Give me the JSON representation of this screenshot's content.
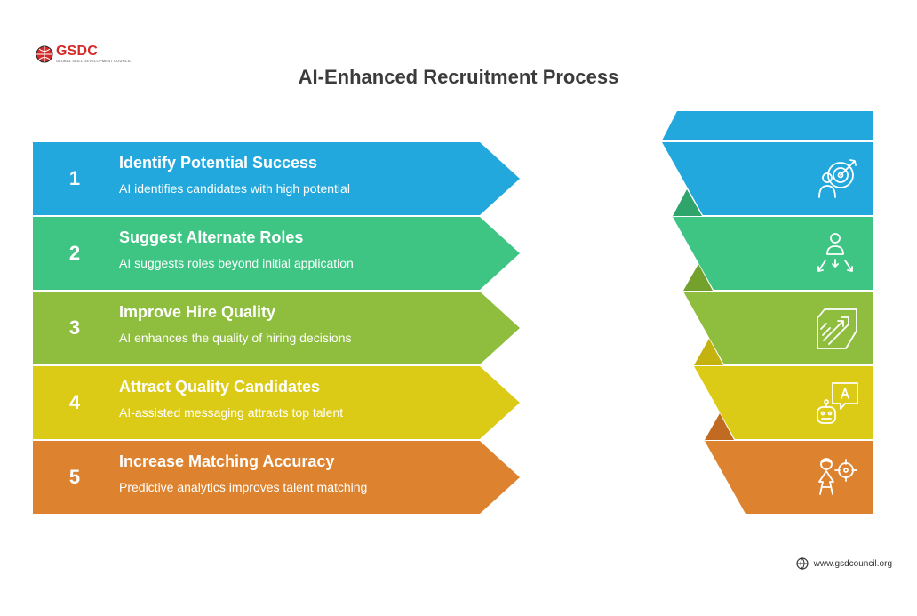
{
  "brand": {
    "logo_text": "GSDC",
    "logo_tagline": "GLOBAL SKILL DEVELOPMENT COUNCIL"
  },
  "title": "AI-Enhanced Recruitment Process",
  "steps": [
    {
      "number": "1",
      "title": "Identify Potential Success",
      "description": "AI identifies candidates with high potential",
      "color": "#22a8dc",
      "dark": "#1a8fbf",
      "icon": "target-person-icon"
    },
    {
      "number": "2",
      "title": "Suggest Alternate Roles",
      "description": "AI suggests roles beyond initial application",
      "color": "#3ec583",
      "dark": "#2fa56b",
      "icon": "person-directions-icon"
    },
    {
      "number": "3",
      "title": "Improve Hire Quality",
      "description": "AI enhances the quality of hiring decisions",
      "color": "#8fbd3e",
      "dark": "#74a02c",
      "icon": "growth-arrow-icon"
    },
    {
      "number": "4",
      "title": "Attract Quality Candidates",
      "description": "AI-assisted messaging attracts top talent",
      "color": "#dccb16",
      "dark": "#c4b20e",
      "icon": "robot-message-icon"
    },
    {
      "number": "5",
      "title": "Increase Matching Accuracy",
      "description": "Predictive analytics improves talent matching",
      "color": "#dd8330",
      "dark": "#c06a22",
      "icon": "person-crosshair-icon"
    }
  ],
  "footer": {
    "website": "www.gsdcouncil.org"
  }
}
